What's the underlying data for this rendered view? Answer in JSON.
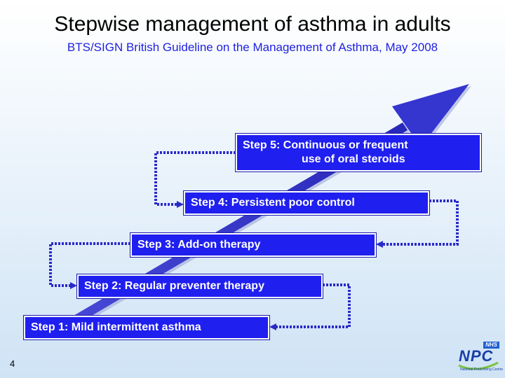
{
  "header": {
    "title": "Stepwise management of asthma in adults",
    "subtitle": "BTS/SIGN British Guideline on the Management of Asthma, May 2008"
  },
  "steps": [
    {
      "label": "Step 1:  Mild intermittent asthma"
    },
    {
      "label": "Step 2:  Regular preventer therapy"
    },
    {
      "label": "Step 3:  Add-on therapy"
    },
    {
      "label": "Step 4:  Persistent poor control"
    },
    {
      "label_line1": "Step 5:  Continuous or frequent",
      "label_line2": "use of oral steroids"
    }
  ],
  "footer": {
    "page_number": "4",
    "logo": {
      "badge": "NHS",
      "name": "NPC",
      "subtext": "National Prescribing Centre"
    }
  },
  "colors": {
    "box_fill": "#1f1ff0",
    "arrow": "#3333cc",
    "dotted_connector": "#2a2ac8",
    "subtitle": "#1f1fe0"
  }
}
